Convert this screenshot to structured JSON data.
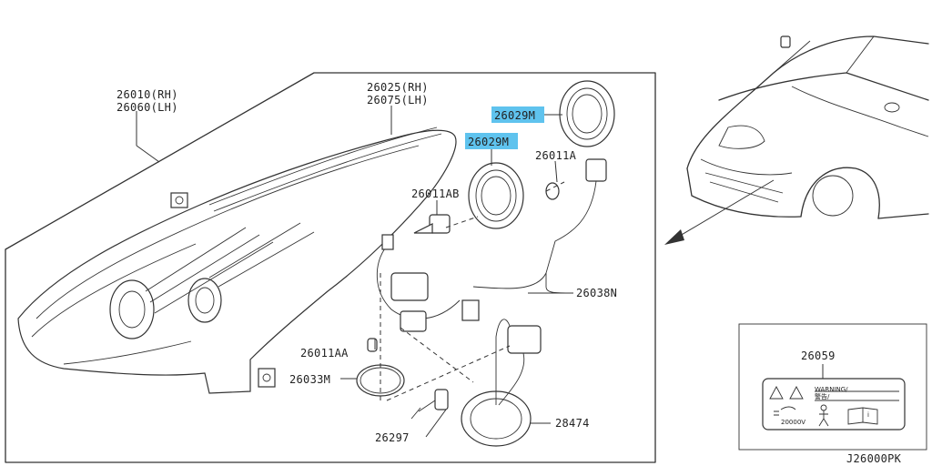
{
  "parts": {
    "headlamp": {
      "rh": "26010(RH)",
      "lh": "26060(LH)"
    },
    "bezel": {
      "rh": "26025(RH)",
      "lh": "26075(LH)"
    },
    "seal_ring_top": "26029M",
    "seal_ring_mid": "26029M",
    "bulb_a": "26011A",
    "bulb_ab": "26011AB",
    "bulb_aa": "26011AA",
    "harness": "26038N",
    "o_ring": "26033M",
    "xenon_bulb": "26297",
    "ballast": "28474",
    "caution_label": "26059"
  },
  "label_text": {
    "warning": "WARNING/",
    "japanese": "警告/",
    "voltage": "20000V"
  },
  "figure_code": "J26000PK",
  "colors": {
    "highlight": "#5fc3ee",
    "line": "#333333"
  }
}
